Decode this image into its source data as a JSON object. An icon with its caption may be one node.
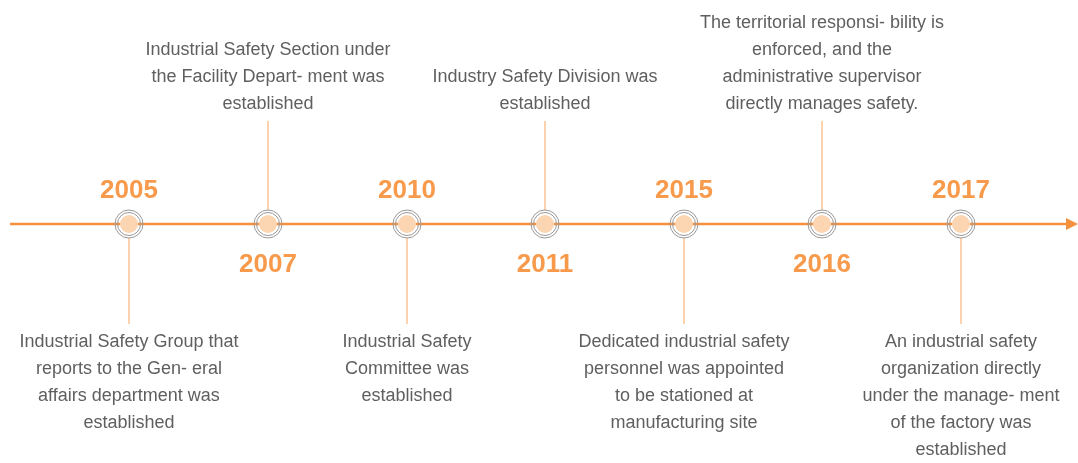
{
  "diagram": {
    "nodes": [
      {
        "text": [],
        "shape": "circle",
        "beside": [
          "2005"
        ]
      },
      {
        "text": [],
        "shape": "circle",
        "beside": [
          "2007"
        ]
      },
      {
        "text": [],
        "shape": "circle",
        "beside": [
          "2010"
        ]
      },
      {
        "text": [],
        "shape": "circle",
        "beside": [
          "2011"
        ]
      },
      {
        "text": [],
        "shape": "circle",
        "beside": [
          "2015"
        ]
      },
      {
        "text": [],
        "shape": "circle",
        "beside": [
          "2016"
        ]
      },
      {
        "text": [],
        "shape": "circle",
        "beside": [
          "2017"
        ]
      },
      {
        "text": [
          "Industrial Safety Group that reports to the Gen- eral affairs department was established"
        ]
      },
      {
        "text": [
          "Industrial Safety Section under the Facility Depart- ment was established"
        ]
      },
      {
        "text": [
          "Industrial Safety Committee was established"
        ]
      },
      {
        "text": [
          "Industry Safety Division was established"
        ]
      },
      {
        "text": [
          "Dedicated industrial safety personnel was appointed",
          "to be stationed at manufacturing site"
        ]
      },
      {
        "text": [
          "The territorial responsi- bility is enforced, and the administrative supervisor directly manages safety."
        ]
      },
      {
        "text": [
          "An industrial safety organization directly under the manage- ment of the factory was established"
        ]
      }
    ],
    "edges": [
      {
        "from": 7,
        "to": 0,
        "arrow": "none"
      },
      {
        "from": 8,
        "to": 1,
        "arrow": "none"
      },
      {
        "from": 9,
        "to": 2,
        "arrow": "none"
      },
      {
        "from": 10,
        "to": 3,
        "arrow": "none"
      },
      {
        "from": 11,
        "to": 4,
        "arrow": "none"
      },
      {
        "from": 12,
        "to": 5,
        "arrow": "none"
      },
      {
        "from": 13,
        "to": 6,
        "arrow": "none"
      }
    ]
  }
}
